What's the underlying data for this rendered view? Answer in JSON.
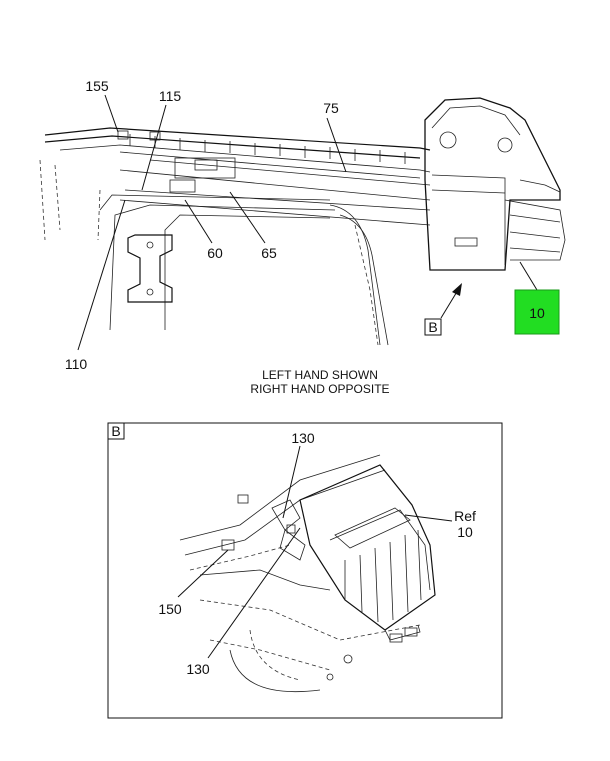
{
  "callouts": {
    "c155": "155",
    "c115": "115",
    "c75": "75",
    "c60": "60",
    "c65": "65",
    "c110": "110",
    "c10": "10",
    "view_b_marker": "B"
  },
  "notes": {
    "line1": "LEFT HAND SHOWN",
    "line2": "RIGHT HAND OPPOSITE"
  },
  "detail_b": {
    "tag": "B",
    "c130_top": "130",
    "ref_word": "Ref",
    "ref_num": "10",
    "c150": "150",
    "c130_bottom": "130"
  },
  "colors": {
    "highlight": "#22dd22",
    "highlight_border": "#1a9a1a"
  }
}
